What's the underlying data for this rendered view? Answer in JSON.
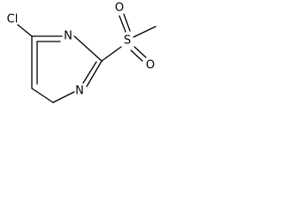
{
  "molecule": {
    "atoms": {
      "cl": "Cl",
      "n1": "N",
      "n2": "N",
      "s": "S",
      "o1": "O",
      "o2": "O"
    },
    "colors": {
      "bond": "#000000",
      "label": "#000000",
      "background": "#ffffff"
    }
  }
}
